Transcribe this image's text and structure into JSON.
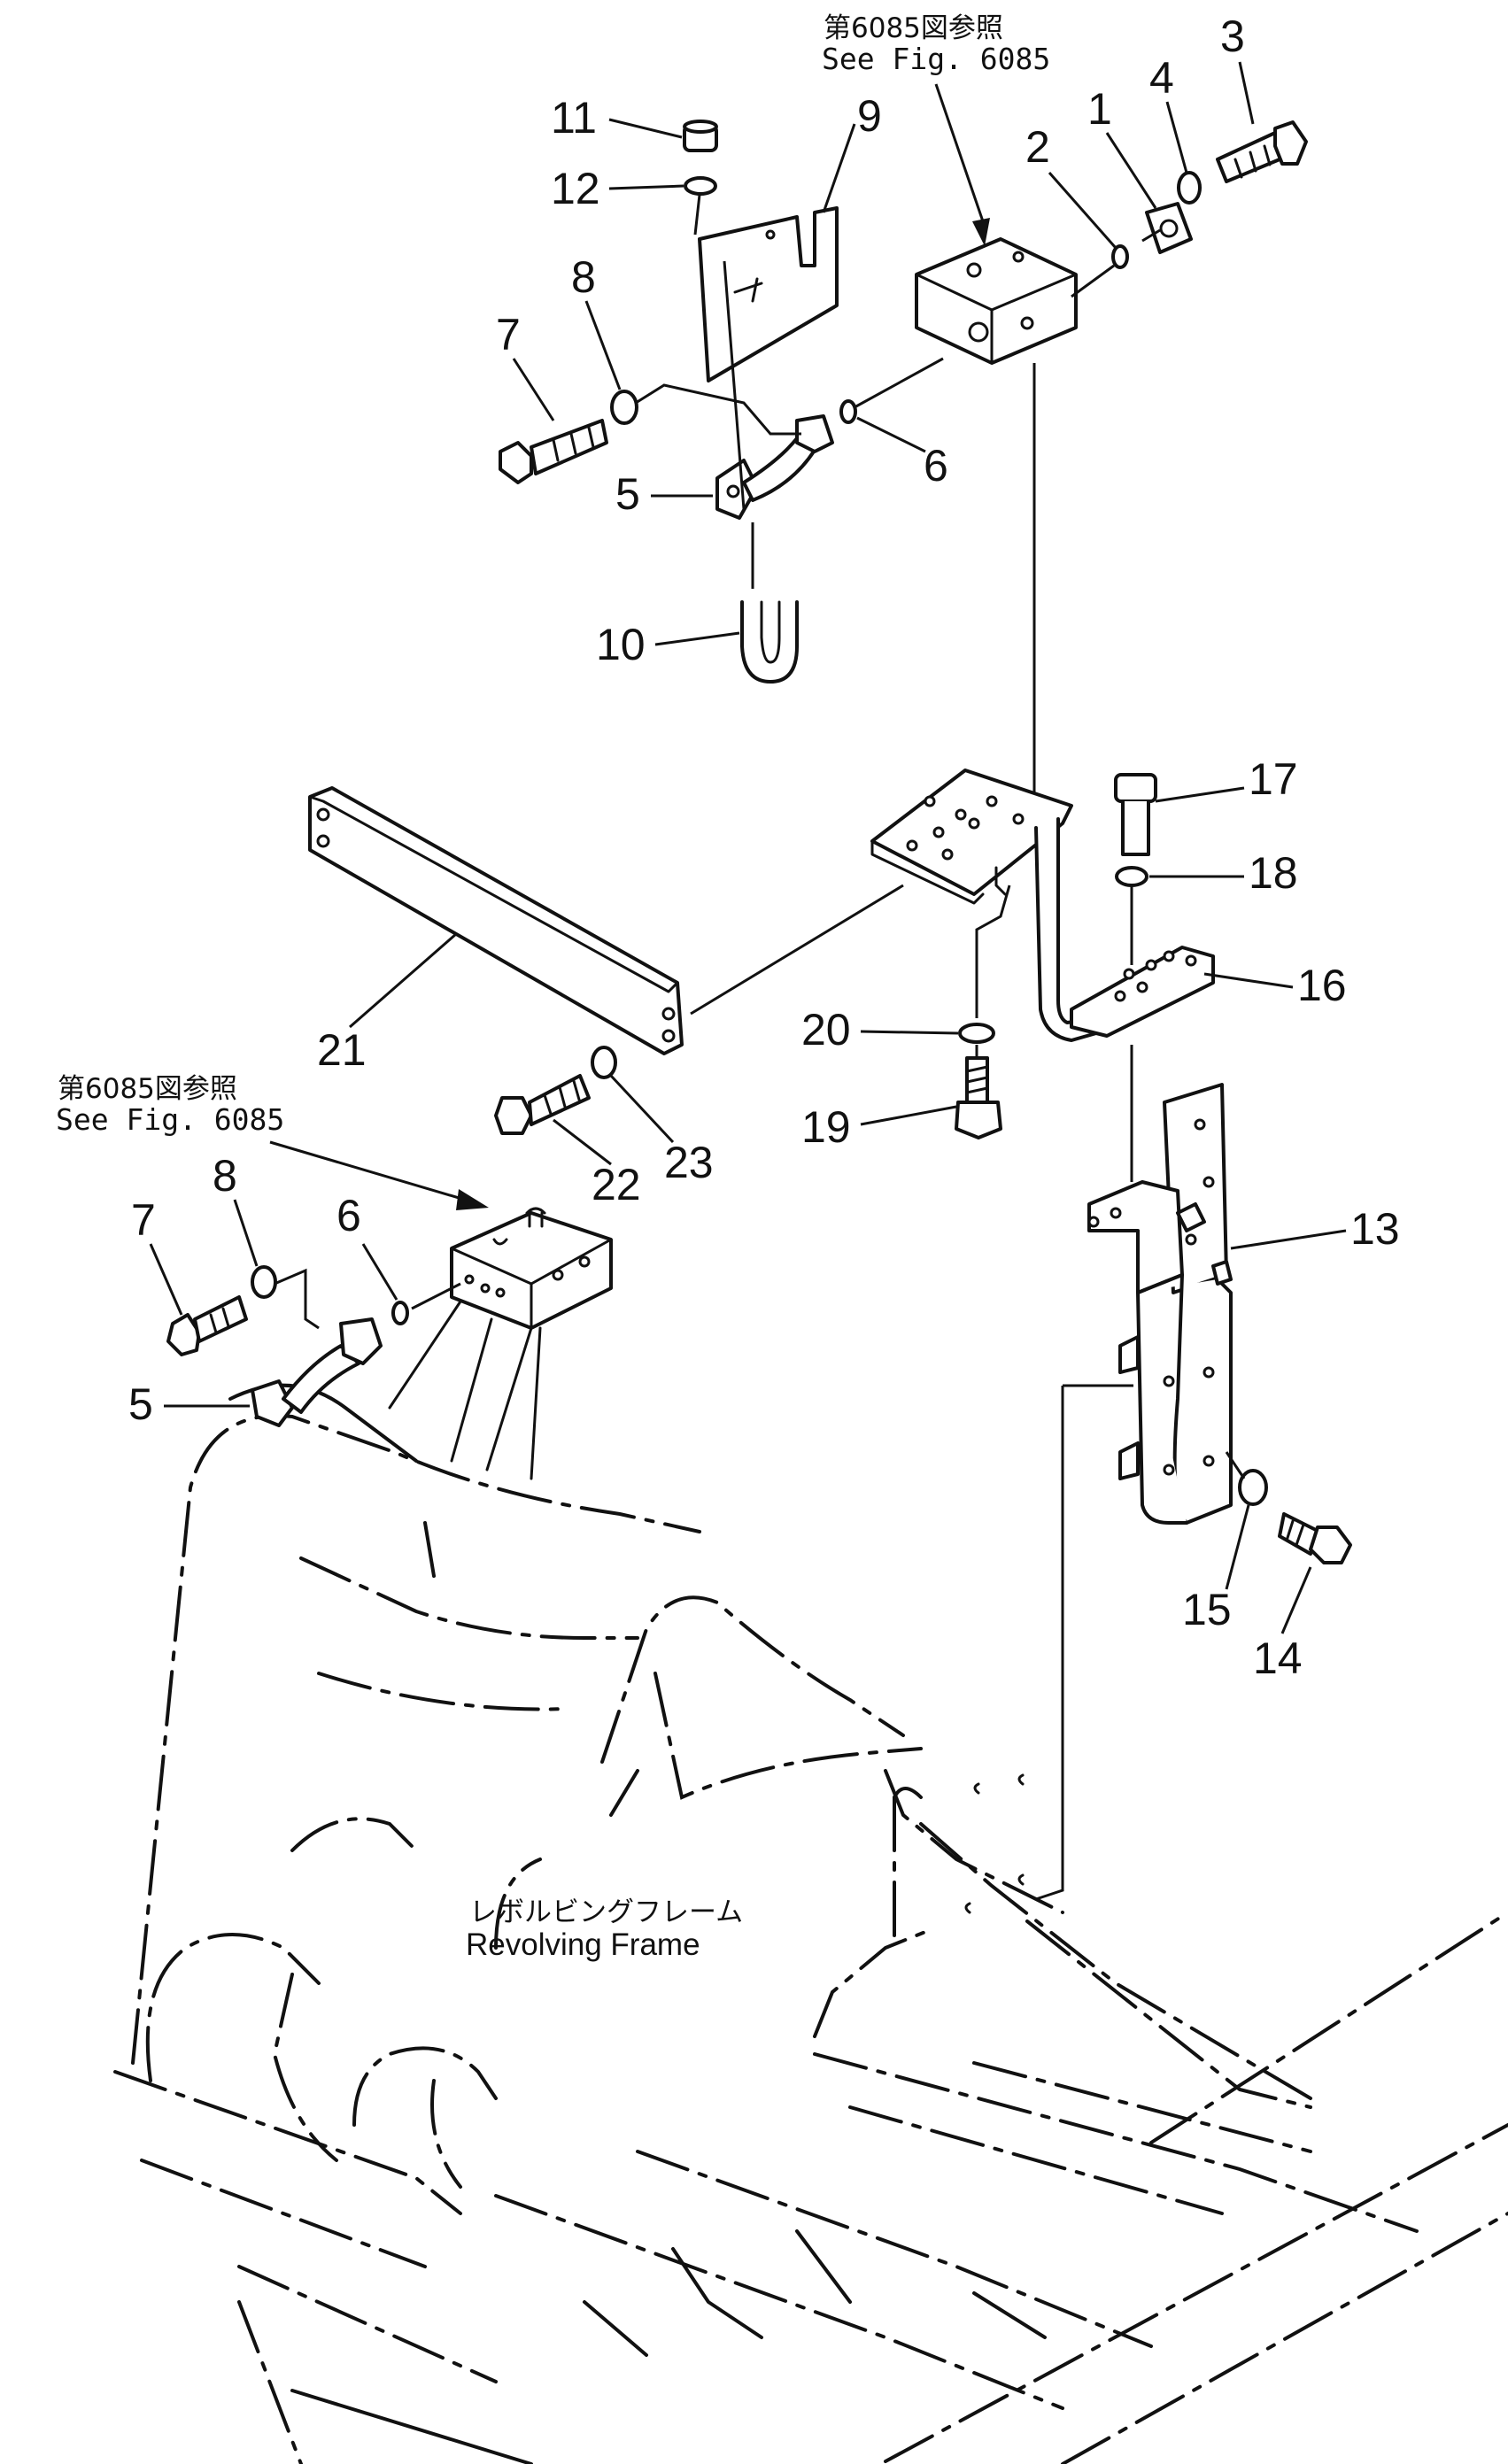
{
  "diagram": {
    "part_numbers": {
      "p1": "1",
      "p2": "2",
      "p3": "3",
      "p4": "4",
      "p5_top": "5",
      "p6_top": "6",
      "p7_top": "7",
      "p8_top": "8",
      "p9": "9",
      "p10": "10",
      "p11": "11",
      "p12": "12",
      "p13": "13",
      "p14": "14",
      "p15": "15",
      "p16": "16",
      "p17": "17",
      "p18": "18",
      "p19": "19",
      "p20": "20",
      "p21": "21",
      "p22": "22",
      "p23": "23",
      "p5_bottom": "5",
      "p6_bottom": "6",
      "p7_bottom": "7",
      "p8_bottom": "8"
    },
    "references": {
      "top": {
        "jp": "第6085図参照",
        "en": "See Fig. 6085"
      },
      "left": {
        "jp": "第6085図参照",
        "en": "See Fig. 6085"
      }
    },
    "frame_label": {
      "jp": "レボルビングフレーム",
      "en": "Revolving Frame"
    }
  }
}
